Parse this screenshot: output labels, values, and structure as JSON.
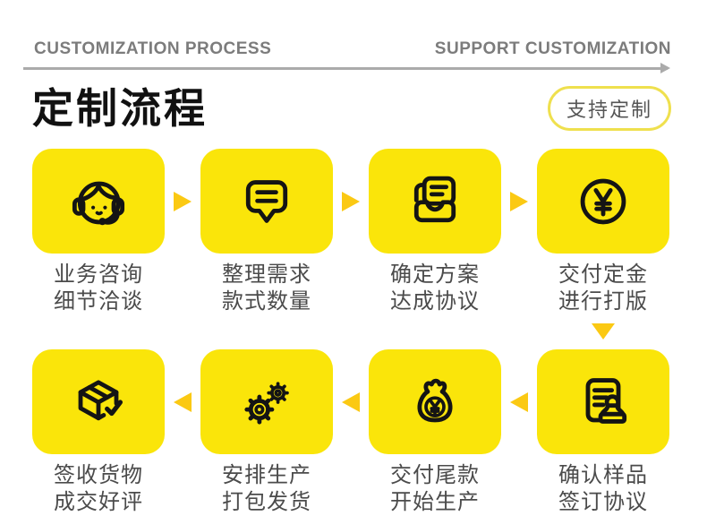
{
  "header": {
    "left_label": "CUSTOMIZATION PROCESS",
    "right_label": "SUPPORT CUSTOMIZATION"
  },
  "title": {
    "text": "定制流程"
  },
  "badge": {
    "label": "支持定制"
  },
  "colors": {
    "tile_yellow": "#FAE50A",
    "arrow_gold": "#FBC913",
    "icon_black": "#141414",
    "caption_gray": "#4B4B4B",
    "header_gray": "#7C7C7C",
    "line_gray": "#ABABAB",
    "badge_border": "#EFE04E",
    "badge_text": "#555555",
    "title_black": "#111111"
  },
  "steps": [
    {
      "id": 1,
      "icon": "support-agent-icon",
      "line1": "业务咨询",
      "line2": "细节洽谈"
    },
    {
      "id": 2,
      "icon": "chat-bubble-icon",
      "line1": "整理需求",
      "line2": "款式数量"
    },
    {
      "id": 3,
      "icon": "document-tray-icon",
      "line1": "确定方案",
      "line2": "达成协议"
    },
    {
      "id": 4,
      "icon": "coin-yuan-icon",
      "line1": "交付定金",
      "line2": "进行打版"
    },
    {
      "id": 5,
      "icon": "contract-stamp-icon",
      "line1": "确认样品",
      "line2": "签订协议"
    },
    {
      "id": 6,
      "icon": "money-bag-icon",
      "line1": "交付尾款",
      "line2": "开始生产"
    },
    {
      "id": 7,
      "icon": "gears-icon",
      "line1": "安排生产",
      "line2": "打包发货"
    },
    {
      "id": 8,
      "icon": "package-check-icon",
      "line1": "签收货物",
      "line2": "成交好评"
    }
  ],
  "flow": {
    "row1_direction": "right",
    "row2_direction": "left"
  }
}
